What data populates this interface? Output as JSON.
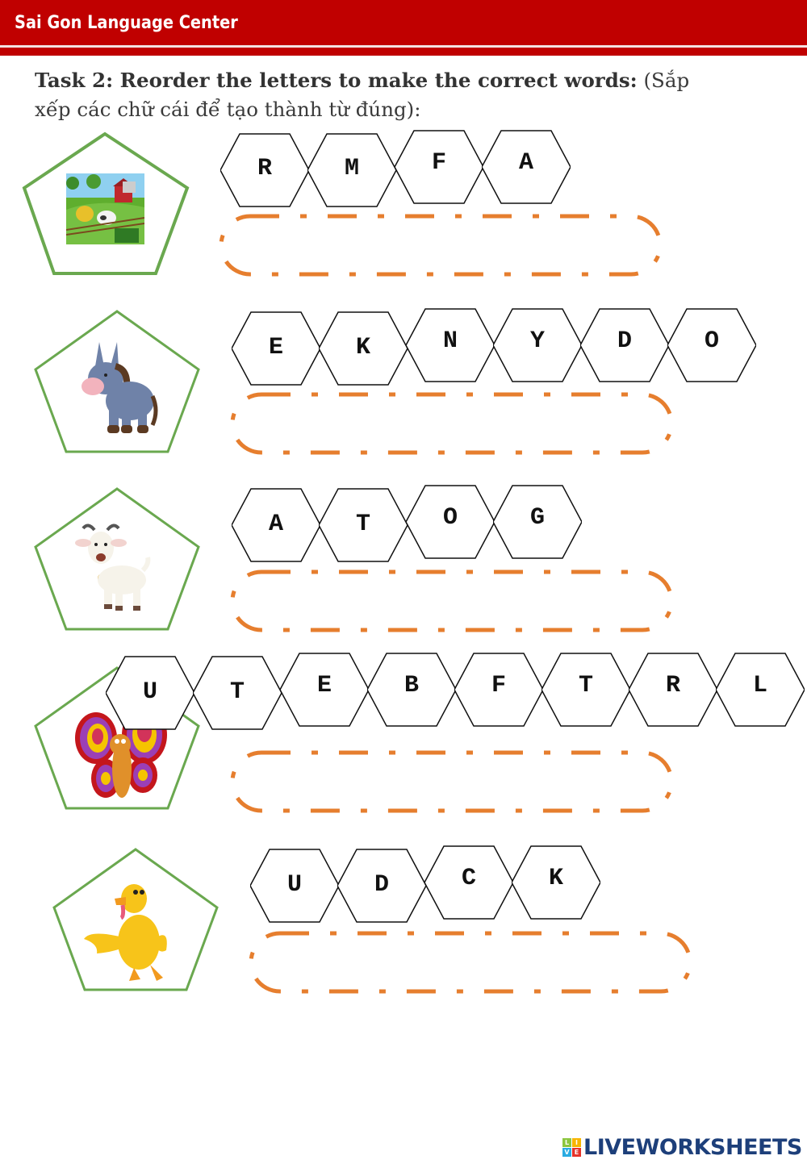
{
  "header": {
    "title": "Sai Gon Language Center",
    "color": "#c00000"
  },
  "task": {
    "label": "Task 2: Reorder the letters to make the correct words:",
    "translation_start": "(Sắp",
    "translation_rest": "xếp các chữ cái để tạo thành từ đúng):"
  },
  "colors": {
    "pentagon": "#6aa84f",
    "answer_border": "#e67e2e",
    "hex_border": "#111111"
  },
  "items": [
    {
      "picture": "farm-picture",
      "letters": [
        "R",
        "M",
        "F",
        "A"
      ],
      "answer": ""
    },
    {
      "picture": "donkey-picture",
      "letters": [
        "E",
        "K",
        "N",
        "Y",
        "D",
        "O"
      ],
      "answer": ""
    },
    {
      "picture": "goat-picture",
      "letters": [
        "A",
        "T",
        "O",
        "G"
      ],
      "answer": ""
    },
    {
      "picture": "butterfly-picture",
      "letters": [
        "U",
        "T",
        "E",
        "B",
        "F",
        "T",
        "R",
        "L"
      ],
      "answer": ""
    },
    {
      "picture": "duck-picture",
      "letters": [
        "U",
        "D",
        "C",
        "K"
      ],
      "answer": ""
    }
  ],
  "footer": {
    "logo_text": "LIVEWORKSHEETS",
    "logo_blocks": [
      "L",
      "I",
      "V",
      "E"
    ]
  }
}
